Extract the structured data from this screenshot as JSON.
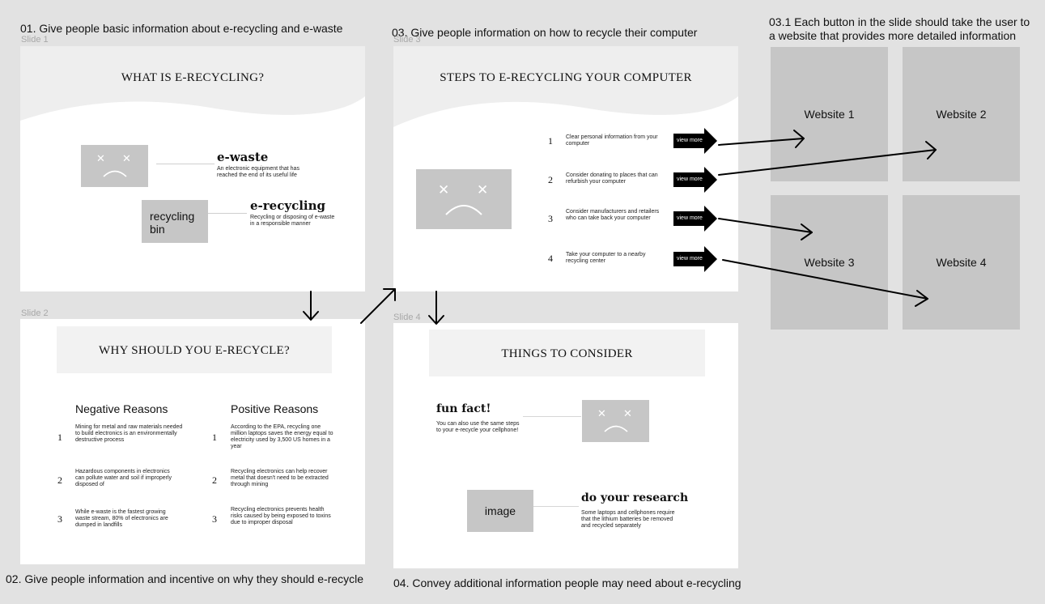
{
  "notes": {
    "n01": "01. Give people basic information about e-recycling and e-waste",
    "n02": "02. Give people information and incentive on why they should e-recycle",
    "n03": "03. Give people information on how to recycle their computer",
    "n031_line1": "03.1 Each button in the slide should take the user to",
    "n031_line2": "a website that provides more detailed information",
    "n04": "04. Convey additional information people may need about e-recycling"
  },
  "slide1": {
    "label": "Slide 1",
    "title": "WHAT IS E-RECYCLING?",
    "ewaste_heading": "e-waste",
    "ewaste_text": [
      "An electronic equipment that has",
      "reached the end of its useful life"
    ],
    "bin_label": "recycling bin",
    "erecycling_heading": "e-recycling",
    "erecycling_text": [
      "Recycling or disposing of e-waste",
      "in a responsible manner"
    ]
  },
  "slide2": {
    "label": "Slide 2",
    "title": "WHY SHOULD YOU E-RECYCLE?",
    "neg_heading": "Negative Reasons",
    "pos_heading": "Positive Reasons",
    "negative": [
      {
        "num": "1",
        "text": "Mining for metal and raw materials needed to build electronics is an environmentally destructive process"
      },
      {
        "num": "2",
        "text": "Hazardous components in electronics can pollute water and soil if improperly disposed of"
      },
      {
        "num": "3",
        "text": "While e-waste is the fastest growing waste stream, 80% of electronics are dumped in landfills"
      }
    ],
    "positive": [
      {
        "num": "1",
        "text": "According to the EPA, recycling one million laptops saves the energy equal to electricity used by 3,500 US homes in a year"
      },
      {
        "num": "2",
        "text": "Recycling electronics can help recover metal that doesn't need to be extracted through mining"
      },
      {
        "num": "3",
        "text": "Recycling electronics prevents health risks caused by being exposed to toxins due to improper disposal"
      }
    ]
  },
  "slide3": {
    "label": "Slide 3",
    "title": "STEPS TO E-RECYCLING YOUR COMPUTER",
    "button_label": "view more",
    "steps": [
      {
        "num": "1",
        "text": "Clear personal information from your computer"
      },
      {
        "num": "2",
        "text": "Consider donating to places that can refurbish your computer"
      },
      {
        "num": "3",
        "text": "Consider manufacturers and retailers who can take back your computer"
      },
      {
        "num": "4",
        "text": "Take your computer to a nearby recycling center"
      }
    ]
  },
  "slide4": {
    "label": "Slide 4",
    "title": "THINGS TO CONSIDER",
    "funfact_heading": "fun fact!",
    "funfact_text": [
      "You can also use the same steps",
      "to your e-recycle your cellphone!"
    ],
    "image_label": "image",
    "research_heading": "do your research",
    "research_text": [
      "Some laptops and cellphones require",
      "that the lithium batteries be removed",
      "and recycled separately"
    ]
  },
  "websites": [
    "Website 1",
    "Website 2",
    "Website 3",
    "Website 4"
  ]
}
